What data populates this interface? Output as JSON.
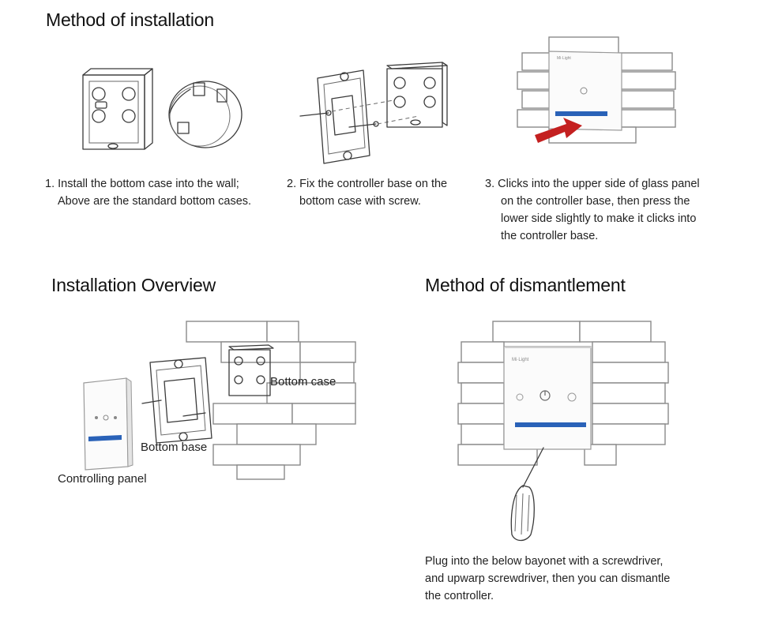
{
  "headings": {
    "installation": "Method of installation",
    "overview": "Installation Overview",
    "dismantle": "Method of dismantlement"
  },
  "steps": [
    {
      "lines": [
        "1. Install the bottom case into the wall;",
        "Above are the standard bottom cases."
      ]
    },
    {
      "lines": [
        "2. Fix the controller base on the",
        "bottom case with screw."
      ]
    },
    {
      "lines": [
        "3. Clicks into the upper side of glass panel",
        "on the controller base, then press the",
        "lower side slightly to make it clicks into",
        "the controller base."
      ]
    }
  ],
  "overview_labels": {
    "bottom_case": "Bottom case",
    "bottom_base": "Bottom base",
    "controlling_panel": "Controlling panel"
  },
  "dismantle_text": {
    "lines": [
      "Plug into the below bayonet with a screwdriver,",
      "and upwarp screwdriver, then you can dismantle",
      "the controller."
    ]
  },
  "panel_brand": "Mi·Light",
  "colors": {
    "accent_blue": "#2a62b8",
    "arrow_red": "#c42020",
    "line_gray": "#3a3a3a"
  }
}
